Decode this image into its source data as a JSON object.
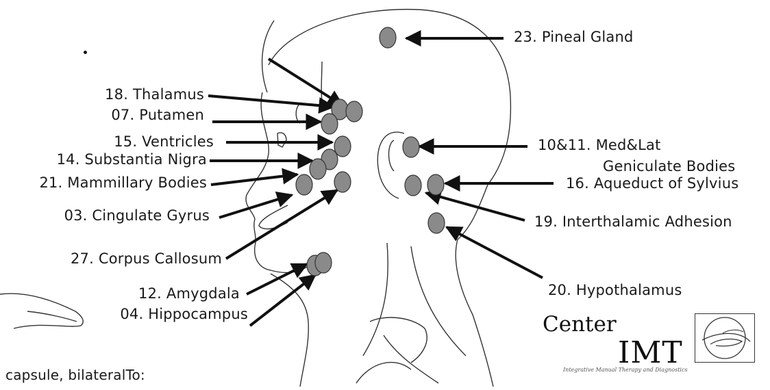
{
  "labels": {
    "pineal": "23. Pineal Gland",
    "thalamus": "18. Thalamus",
    "putamen": "07. Putamen",
    "ventricles": "15. Ventricles",
    "substantia": "14. Substantia Nigra",
    "mammillary": "21. Mammillary Bodies",
    "cingulate": "03. Cingulate Gyrus",
    "corpus": "27. Corpus Callosum",
    "amygdala": "12. Amygdala",
    "hippocampus": "04. Hippocampus",
    "geniculate_1": "10&11. Med&Lat",
    "geniculate_2": "Geniculate Bodies",
    "aqueduct": "16. Aqueduct of Sylvius",
    "interthalamic": "19. Interthalamic Adhesion",
    "hypothalamus": "20. Hypothalamus",
    "bottom_text": "capsule, bilateralTo:"
  },
  "logo": {
    "center": "Center",
    "imt": "IMT",
    "tagline": "Integrative Manual Therapy and Diagnostics"
  },
  "colors": {
    "marker_fill": "#8a8a8a",
    "marker_stroke": "#333333",
    "line": "#1a1a1a"
  }
}
